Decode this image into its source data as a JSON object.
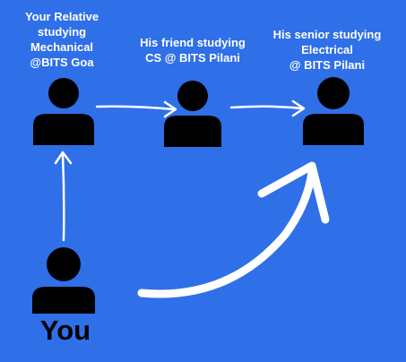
{
  "colors": {
    "background": "#2f6fe8",
    "person": "#000000",
    "arrow": "#ffffff",
    "caption": "#ffffff",
    "you_label": "#000000"
  },
  "nodes": {
    "relative": {
      "lines": [
        "Your Relative",
        "studying",
        "Mechanical",
        "@BITS Goa"
      ],
      "icon": "person-icon"
    },
    "friend": {
      "lines": [
        "His friend studying",
        "CS @ BITS Pilani"
      ],
      "icon": "person-icon"
    },
    "senior": {
      "lines": [
        "His senior studying",
        "Electrical",
        "@ BITS Pilani"
      ],
      "icon": "person-icon"
    },
    "you": {
      "label": "You",
      "icon": "person-icon"
    }
  },
  "edges": [
    {
      "from": "you",
      "to": "relative",
      "style": "straight-arrow"
    },
    {
      "from": "relative",
      "to": "friend",
      "style": "straight-arrow"
    },
    {
      "from": "friend",
      "to": "senior",
      "style": "straight-arrow"
    },
    {
      "from": "you",
      "to": "senior",
      "style": "curved-brush-arrow"
    }
  ]
}
